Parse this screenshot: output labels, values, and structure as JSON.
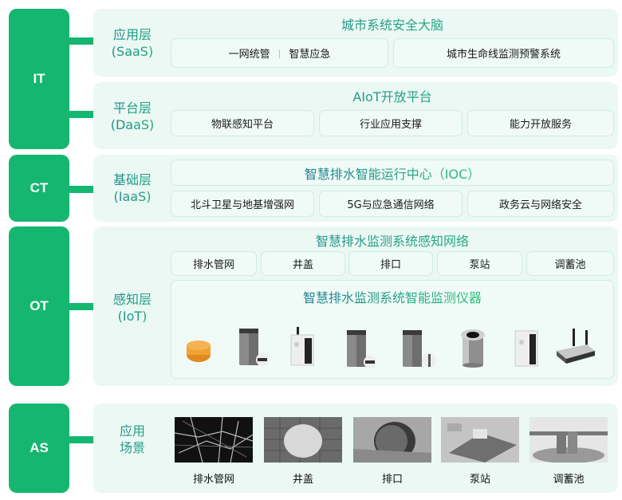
{
  "colors": {
    "tag_green": "#14b670",
    "panel_bg": "#ebf8f3",
    "box_border": "#cfeee0",
    "title_gradient": [
      "#1d7e90",
      "#2bc17d"
    ]
  },
  "tiers": [
    {
      "code": "IT"
    },
    {
      "code": "CT"
    },
    {
      "code": "OT"
    },
    {
      "code": "AS"
    }
  ],
  "saas": {
    "label_line1": "应用层",
    "label_line2": "(SaaS)",
    "title": "城市系统安全大脑",
    "boxes": [
      {
        "left": "一网统管",
        "separator": "|",
        "right": "智慧应急"
      },
      {
        "text": "城市生命线监测预警系统"
      }
    ]
  },
  "daas": {
    "label_line1": "平台层",
    "label_line2": "(DaaS)",
    "title": "AIoT开放平台",
    "boxes": [
      "物联感知平台",
      "行业应用支撑",
      "能力开放服务"
    ]
  },
  "iaas": {
    "label_line1": "基础层",
    "label_line2": "(IaaS)",
    "title": "智慧排水智能运行中心（IOC）",
    "boxes": [
      "北斗卫星与地基增强网",
      "5G与应急通信网络",
      "政务云与网络安全"
    ]
  },
  "iot": {
    "label_line1": "感知层",
    "label_line2": "(IoT)",
    "network_title": "智慧排水监测系统感知网络",
    "network_items": [
      "排水管网",
      "井盖",
      "排口",
      "泵站",
      "调蓄池"
    ],
    "instrument_title": "智慧排水监测系统智能监测仪器",
    "devices": [
      {
        "icon": "orange-round-sensor-icon"
      },
      {
        "icon": "gray-box-sensor-with-probe-icon"
      },
      {
        "icon": "white-box-sensor-with-antenna-icon"
      },
      {
        "icon": "gray-box-sensor-with-probe-icon"
      },
      {
        "icon": "gray-box-sensor-with-cable-icon"
      },
      {
        "icon": "cylindrical-level-gauge-icon"
      },
      {
        "icon": "white-box-sensor-icon"
      },
      {
        "icon": "gateway-router-icon"
      }
    ]
  },
  "scenes": {
    "label_line1": "应用",
    "label_line2": "场景",
    "items": [
      {
        "label": "排水管网",
        "image": "pipe-network-map-image"
      },
      {
        "label": "井盖",
        "image": "manhole-cover-image"
      },
      {
        "label": "排口",
        "image": "outfall-image"
      },
      {
        "label": "泵站",
        "image": "pump-station-image"
      },
      {
        "label": "调蓄池",
        "image": "storage-tank-image"
      }
    ]
  }
}
